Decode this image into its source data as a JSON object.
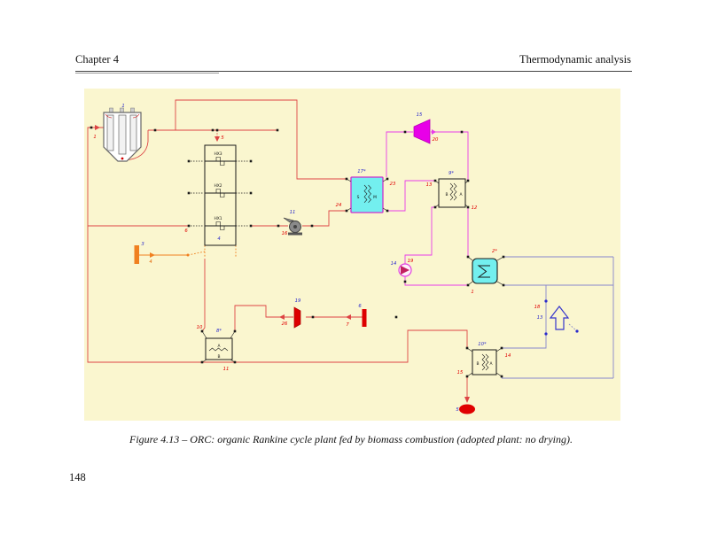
{
  "page": {
    "header_left": "Chapter 4",
    "header_right": "Thermodynamic analysis",
    "caption": "Figure 4.13 – ORC: organic Rankine cycle plant fed by biomass combustion (adopted plant: no drying).",
    "page_number": "148"
  },
  "diagram": {
    "colors": {
      "background": "#FAF6CF",
      "pipe_red": "#DD4444",
      "pipe_magenta": "#E83CE8",
      "pipe_blue": "#8585CC",
      "pipe_orange": "#F08020",
      "label_red": "#E00000",
      "label_blue": "#2929CC",
      "cyan_fill": "#73EFEF"
    },
    "components": {
      "combustor": "1",
      "condenser": "2*",
      "feeder": "3",
      "hx_block": "4",
      "sink": "5",
      "source": "6",
      "economizer": "8*",
      "recuperator": "9*",
      "water_cooler": "10*",
      "flue_fan": "11",
      "air_fan": "13",
      "pump": "14",
      "turbine": "15",
      "oil_heater": "17*",
      "flue_blower": "19"
    },
    "hx_block_rows": [
      "HX3",
      "HX2",
      "HX1"
    ],
    "hx_letters": {
      "A": "A",
      "B": "B",
      "S": "S",
      "M": "M"
    },
    "streams": {
      "s1": "1",
      "s4": "4",
      "s5": "5",
      "s6": "6",
      "s7": "7",
      "s10": "10",
      "s11": "11",
      "s12": "12",
      "s13": "13",
      "s14": "14",
      "s15": "15",
      "s16": "16",
      "s18": "18",
      "s19": "19",
      "s20": "20",
      "s23": "23",
      "s24": "24",
      "s26": "26",
      "s1_condensate": "1"
    }
  }
}
